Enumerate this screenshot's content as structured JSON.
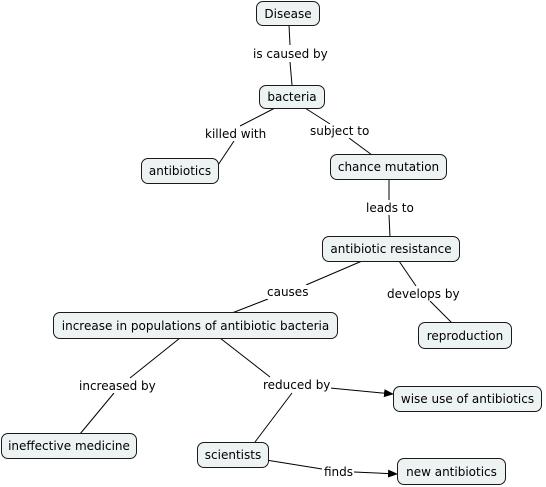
{
  "concepts": {
    "disease": "Disease",
    "bacteria": "bacteria",
    "antibiotics": "antibiotics",
    "chance_mutation": "chance mutation",
    "antibiotic_resistance": "antibiotic resistance",
    "increase_populations": "increase in populations of antibiotic bacteria",
    "reproduction": "reproduction",
    "ineffective_medicine": "ineffective medicine",
    "scientists": "scientists",
    "wise_use": "wise use of antibiotics",
    "new_antibiotics": "new antibiotics"
  },
  "links": {
    "is_caused_by": "is caused by",
    "killed_with": "killed with",
    "subject_to": "subject to",
    "leads_to": "leads to",
    "causes": "causes",
    "develops_by": "develops by",
    "increased_by": "increased by",
    "reduced_by": "reduced by",
    "finds": "finds"
  }
}
